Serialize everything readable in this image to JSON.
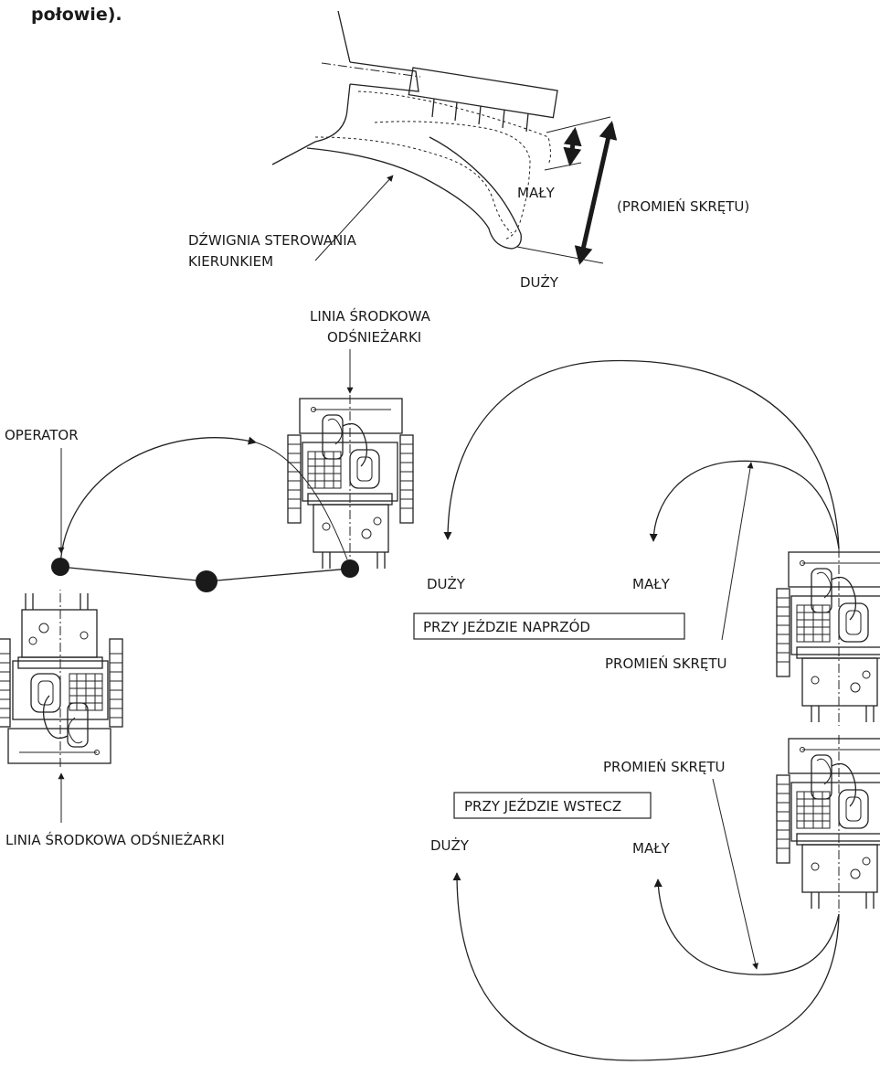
{
  "title_fragment": "połowie).",
  "lever": {
    "label_line1": "DŹWIGNIA STEROWANIA",
    "label_line2": "KIERUNKIEM",
    "small": "MAŁY",
    "large": "DUŻY",
    "turn_radius": "(PROMIEŃ SKRĘTU)"
  },
  "top_view": {
    "centerline_line1": "LINIA ŚRODKOWA",
    "centerline_line2": "ODŚNIEŻARKI",
    "operator": "OPERATOR",
    "centerline_bottom": "LINIA ŚRODKOWA ODŚNIEŻARKI"
  },
  "forward": {
    "large": "DUŻY",
    "small": "MAŁY",
    "box": "PRZY JEŹDZIE NAPRZÓD",
    "turn_radius": "PROMIEŃ SKRĘTU"
  },
  "reverse": {
    "turn_radius": "PROMIEŃ SKRĘTU",
    "box": "PRZY JEŹDZIE WSTECZ",
    "large": "DUŻY",
    "small": "MAŁY"
  },
  "colors": {
    "ink": "#1a1a1a",
    "background": "#ffffff"
  },
  "icons": [
    "arrow-head",
    "position-dot",
    "snowblower-top-view",
    "steering-lever"
  ]
}
